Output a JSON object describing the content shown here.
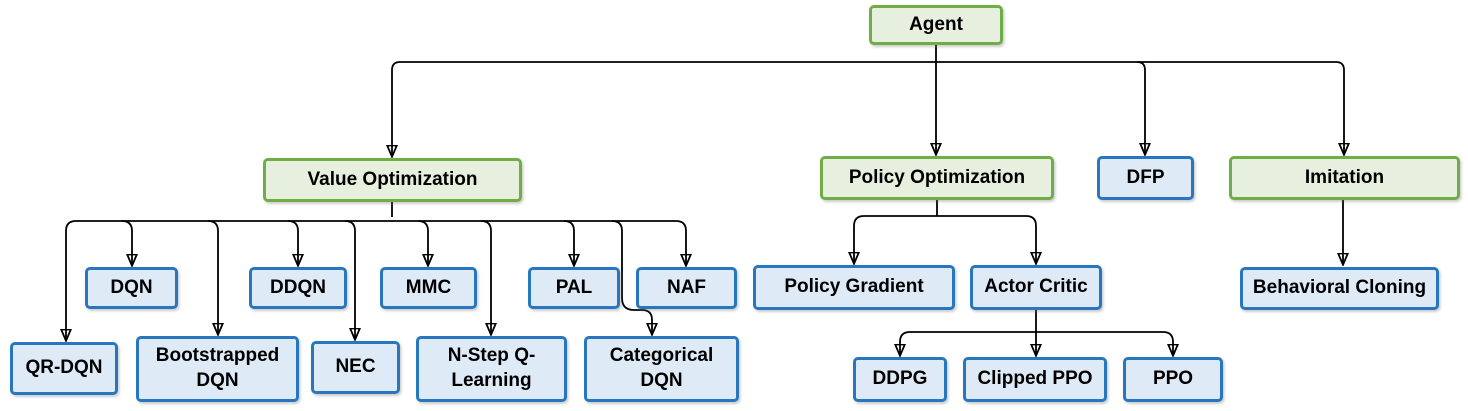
{
  "diagram": {
    "type": "hierarchy-flowchart",
    "root": "Agent",
    "colors": {
      "category_fill": "#E7F0DE",
      "category_border": "#71AD47",
      "algorithm_fill": "#DEEAF6",
      "algorithm_border": "#2776BE",
      "connector": "#000000",
      "background": "#FFFFFF"
    }
  },
  "nodes": {
    "agent": {
      "label": "Agent",
      "kind": "category"
    },
    "value_optimization": {
      "label": "Value Optimization",
      "kind": "category"
    },
    "policy_optimization": {
      "label": "Policy Optimization",
      "kind": "category"
    },
    "dfp": {
      "label": "DFP",
      "kind": "algorithm"
    },
    "imitation": {
      "label": "Imitation",
      "kind": "category"
    },
    "dqn": {
      "label": "DQN",
      "kind": "algorithm"
    },
    "ddqn": {
      "label": "DDQN",
      "kind": "algorithm"
    },
    "mmc": {
      "label": "MMC",
      "kind": "algorithm"
    },
    "pal": {
      "label": "PAL",
      "kind": "algorithm"
    },
    "naf": {
      "label": "NAF",
      "kind": "algorithm"
    },
    "qr_dqn": {
      "label": "QR-DQN",
      "kind": "algorithm"
    },
    "bootstrapped_dqn": {
      "label": "Bootstrapped DQN",
      "kind": "algorithm"
    },
    "nec": {
      "label": "NEC",
      "kind": "algorithm"
    },
    "n_step_q_learning": {
      "label": "N-Step Q-Learning",
      "kind": "algorithm"
    },
    "categorical_dqn": {
      "label": "Categorical DQN",
      "kind": "algorithm"
    },
    "policy_gradient": {
      "label": "Policy Gradient",
      "kind": "algorithm"
    },
    "actor_critic": {
      "label": "Actor Critic",
      "kind": "algorithm"
    },
    "ddpg": {
      "label": "DDPG",
      "kind": "algorithm"
    },
    "clipped_ppo": {
      "label": "Clipped PPO",
      "kind": "algorithm"
    },
    "ppo": {
      "label": "PPO",
      "kind": "algorithm"
    },
    "behavioral_cloning": {
      "label": "Behavioral Cloning",
      "kind": "algorithm"
    }
  },
  "edges": [
    {
      "from": "Agent",
      "to": "Value Optimization"
    },
    {
      "from": "Agent",
      "to": "Policy Optimization"
    },
    {
      "from": "Agent",
      "to": "DFP"
    },
    {
      "from": "Agent",
      "to": "Imitation"
    },
    {
      "from": "Value Optimization",
      "to": "DQN"
    },
    {
      "from": "Value Optimization",
      "to": "DDQN"
    },
    {
      "from": "Value Optimization",
      "to": "MMC"
    },
    {
      "from": "Value Optimization",
      "to": "PAL"
    },
    {
      "from": "Value Optimization",
      "to": "NAF"
    },
    {
      "from": "Value Optimization",
      "to": "QR-DQN"
    },
    {
      "from": "Value Optimization",
      "to": "Bootstrapped DQN"
    },
    {
      "from": "Value Optimization",
      "to": "NEC"
    },
    {
      "from": "Value Optimization",
      "to": "N-Step Q-Learning"
    },
    {
      "from": "Value Optimization",
      "to": "Categorical DQN"
    },
    {
      "from": "Policy Optimization",
      "to": "Policy Gradient"
    },
    {
      "from": "Policy Optimization",
      "to": "Actor Critic"
    },
    {
      "from": "Actor Critic",
      "to": "DDPG"
    },
    {
      "from": "Actor Critic",
      "to": "Clipped PPO"
    },
    {
      "from": "Actor Critic",
      "to": "PPO"
    },
    {
      "from": "Imitation",
      "to": "Behavioral Cloning"
    }
  ]
}
